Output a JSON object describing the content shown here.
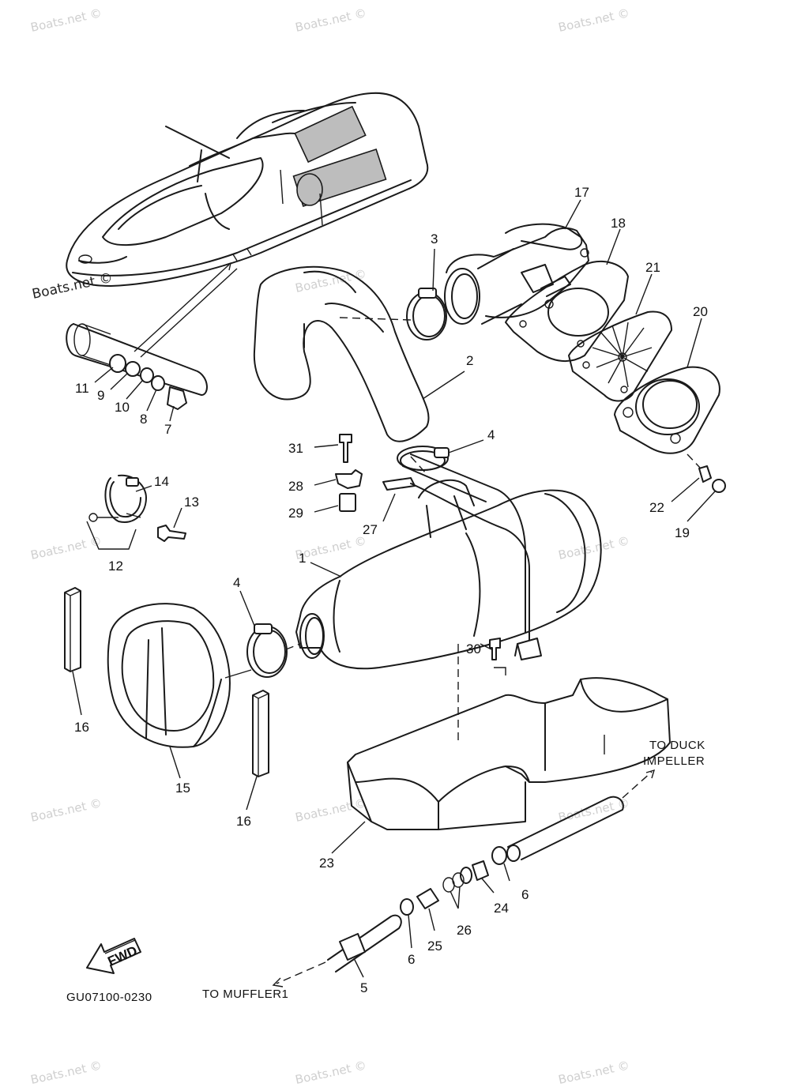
{
  "diagram_code": "GU07100-0230",
  "labels": {
    "to_duck_line1": "TO DUCK",
    "to_duck_line2": "IMPELLER",
    "to_muffler": "TO MUFFLER1",
    "fwd": "FWD"
  },
  "watermark": "Boats.net ©",
  "callouts": {
    "n1": "1",
    "n2": "2",
    "n3": "3",
    "n4a": "4",
    "n4b": "4",
    "n5": "5",
    "n6a": "6",
    "n6b": "6",
    "n7": "7",
    "n8": "8",
    "n9": "9",
    "n10": "10",
    "n11": "11",
    "n12": "12",
    "n13": "13",
    "n14": "14",
    "n15": "15",
    "n16a": "16",
    "n16b": "16",
    "n17": "17",
    "n18": "18",
    "n19": "19",
    "n20": "20",
    "n21": "21",
    "n22": "22",
    "n23": "23",
    "n24": "24",
    "n25": "25",
    "n26": "26",
    "n27": "27",
    "n28": "28",
    "n29": "29",
    "n30": "30",
    "n31": "31"
  }
}
